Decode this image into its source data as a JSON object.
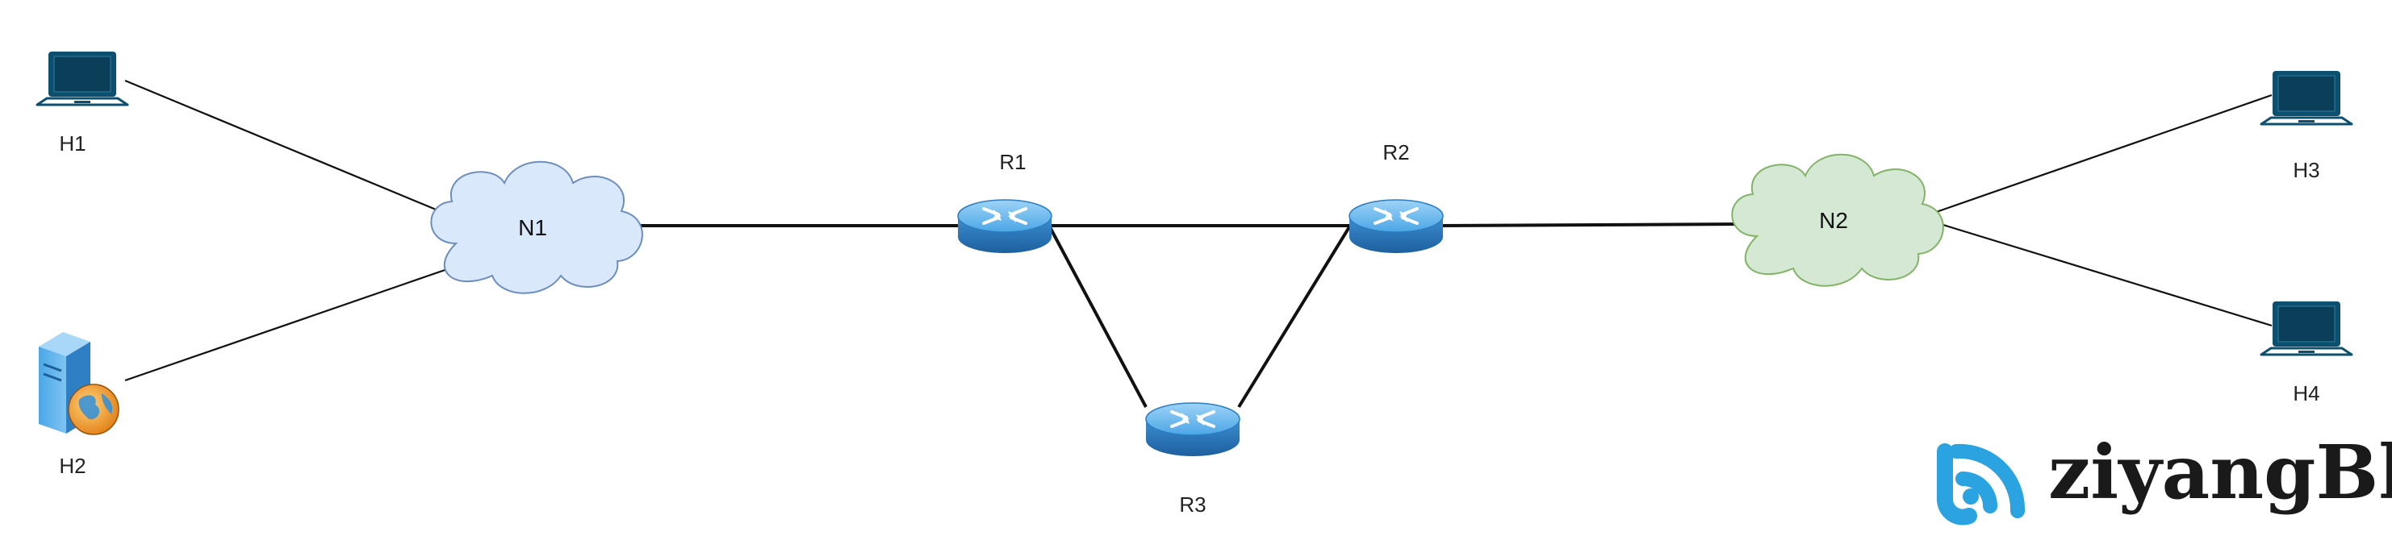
{
  "nodes": {
    "h1": {
      "label": "H1",
      "icon": "laptop-icon"
    },
    "h2": {
      "label": "H2",
      "icon": "web-server-icon"
    },
    "h3": {
      "label": "H3",
      "icon": "laptop-icon"
    },
    "h4": {
      "label": "H4",
      "icon": "laptop-icon"
    },
    "r1": {
      "label": "R1",
      "icon": "router-icon"
    },
    "r2": {
      "label": "R2",
      "icon": "router-icon"
    },
    "r3": {
      "label": "R3",
      "icon": "router-icon"
    },
    "n1": {
      "label": "N1",
      "icon": "cloud-icon"
    },
    "n2": {
      "label": "N2",
      "icon": "cloud-icon"
    }
  },
  "links": [
    [
      "h1",
      "n1"
    ],
    [
      "h2",
      "n1"
    ],
    [
      "n1",
      "r1"
    ],
    [
      "r1",
      "r2"
    ],
    [
      "r1",
      "r3"
    ],
    [
      "r3",
      "r2"
    ],
    [
      "r2",
      "n2"
    ],
    [
      "n2",
      "h3"
    ],
    [
      "n2",
      "h4"
    ]
  ],
  "colors": {
    "laptop": "#0d4f6e",
    "router": "#3a96dd",
    "n1_fill": "#dae8fc",
    "n1_stroke": "#6c8ebf",
    "n2_fill": "#d5e8d4",
    "n2_stroke": "#82b366",
    "brand_blue": "#2aa3e0"
  },
  "watermark": {
    "text": "ziyangBlog",
    "icon": "signal-icon"
  }
}
